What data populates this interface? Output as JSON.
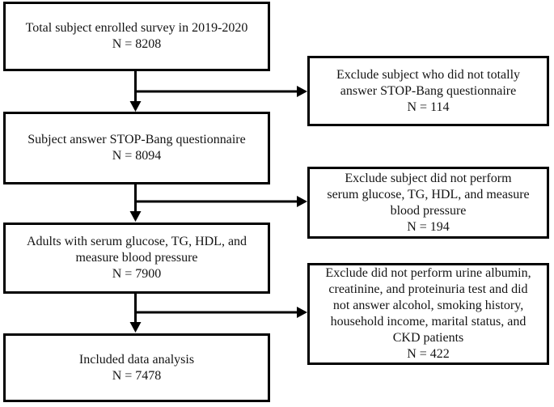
{
  "colors": {
    "background": "#ffffff",
    "border": "#000000",
    "line": "#000000",
    "text": "#141414"
  },
  "flowchart": {
    "nodes": [
      {
        "label": "Total subject enrolled survey in 2019-2020",
        "count": "N = 8208"
      },
      {
        "label": "Subject answer STOP-Bang questionnaire",
        "count": "N = 8094"
      },
      {
        "label": "Adults with serum glucose, TG, HDL, and\nmeasure blood pressure",
        "count": "N = 7900"
      },
      {
        "label": "Included data analysis",
        "count": "N = 7478"
      }
    ],
    "exclusions": [
      {
        "label": "Exclude subject who did not totally\nanswer STOP-Bang questionnaire",
        "count": "N = 114"
      },
      {
        "label": "Exclude subject did not perform\nserum glucose, TG, HDL, and measure\nblood pressure",
        "count": "N = 194"
      },
      {
        "label": "Exclude did not perform urine albumin,\ncreatinine, and proteinuria test and did\nnot answer alcohol, smoking history,\nhousehold income, marital status, and\nCKD patients",
        "count": "N = 422"
      }
    ]
  }
}
